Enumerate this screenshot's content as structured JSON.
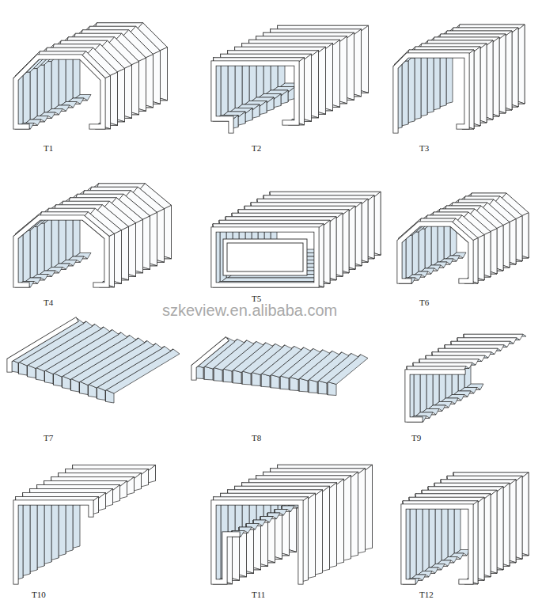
{
  "diagram": {
    "labels": [
      "T1",
      "T2",
      "T3",
      "T4",
      "T5",
      "T6",
      "T7",
      "T8",
      "T9",
      "T10",
      "T11",
      "T12",
      "szkeview.en.alibaba.com"
    ]
  }
}
